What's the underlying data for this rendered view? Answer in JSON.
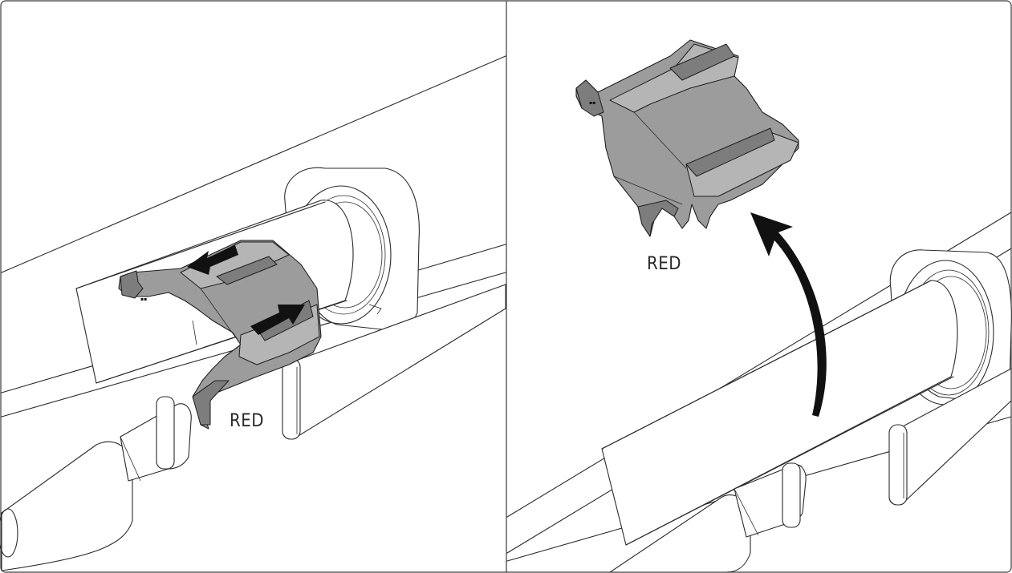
{
  "panels": [
    {
      "id": "left",
      "clip_label": "RED"
    },
    {
      "id": "right",
      "clip_label": "RED"
    }
  ],
  "colors": {
    "clip": "#9c9c9c",
    "line": "#2a2a2a",
    "arrow": "#111111",
    "background": "#ffffff"
  }
}
